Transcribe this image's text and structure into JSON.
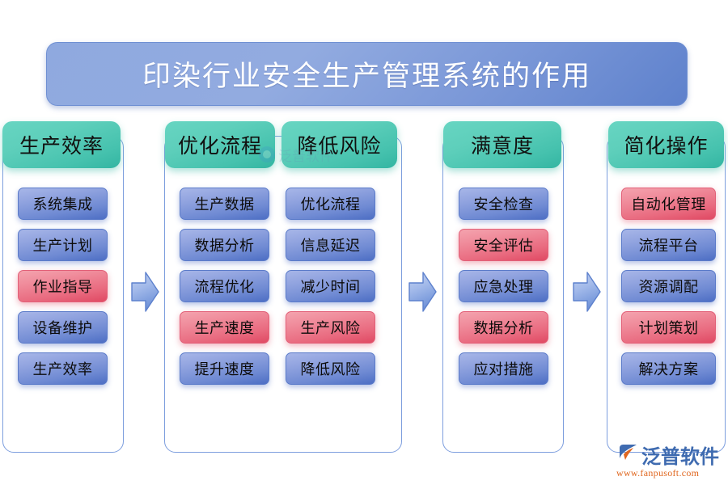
{
  "title": {
    "text": "印染行业安全生产管理系统的作用"
  },
  "colors": {
    "title_banner": "#7b98d8",
    "group_header": "#46c2ae",
    "chip_blue": "#6f8ad3",
    "chip_red": "#e96a7f",
    "panel_border": "#7d9ede",
    "arrow": "#8aa7de",
    "logo_blue": "#3f6bb0",
    "logo_orange": "#e0671f"
  },
  "panels": [
    {
      "id": "panel-1",
      "groups": [
        {
          "header": "生产效率",
          "items": [
            {
              "label": "系统集成",
              "style": "blue"
            },
            {
              "label": "生产计划",
              "style": "blue"
            },
            {
              "label": "作业指导",
              "style": "red"
            },
            {
              "label": "设备维护",
              "style": "blue"
            },
            {
              "label": "生产效率",
              "style": "blue"
            }
          ]
        }
      ]
    },
    {
      "id": "panel-2",
      "groups": [
        {
          "header": "优化流程",
          "items": [
            {
              "label": "生产数据",
              "style": "blue"
            },
            {
              "label": "数据分析",
              "style": "blue"
            },
            {
              "label": "流程优化",
              "style": "blue"
            },
            {
              "label": "生产速度",
              "style": "red"
            },
            {
              "label": "提升速度",
              "style": "blue"
            }
          ]
        },
        {
          "header": "降低风险",
          "items": [
            {
              "label": "优化流程",
              "style": "blue"
            },
            {
              "label": "信息延迟",
              "style": "blue"
            },
            {
              "label": "减少时间",
              "style": "blue"
            },
            {
              "label": "生产风险",
              "style": "red"
            },
            {
              "label": "降低风险",
              "style": "blue"
            }
          ]
        }
      ]
    },
    {
      "id": "panel-3",
      "groups": [
        {
          "header": "满意度",
          "items": [
            {
              "label": "安全检查",
              "style": "blue"
            },
            {
              "label": "安全评估",
              "style": "red"
            },
            {
              "label": "应急处理",
              "style": "blue"
            },
            {
              "label": "数据分析",
              "style": "red"
            },
            {
              "label": "应对措施",
              "style": "blue"
            }
          ]
        }
      ]
    },
    {
      "id": "panel-4",
      "groups": [
        {
          "header": "简化操作",
          "items": [
            {
              "label": "自动化管理",
              "style": "red"
            },
            {
              "label": "流程平台",
              "style": "blue"
            },
            {
              "label": "资源调配",
              "style": "blue"
            },
            {
              "label": "计划策划",
              "style": "red"
            },
            {
              "label": "解决方案",
              "style": "blue"
            }
          ]
        }
      ]
    }
  ],
  "arrows": [
    {
      "name": "arrow-1"
    },
    {
      "name": "arrow-2"
    },
    {
      "name": "arrow-3"
    }
  ],
  "watermark": {
    "center_text": "泛普软件"
  },
  "logo": {
    "name": "泛普软件",
    "url": "www.fanpusoft.com"
  }
}
